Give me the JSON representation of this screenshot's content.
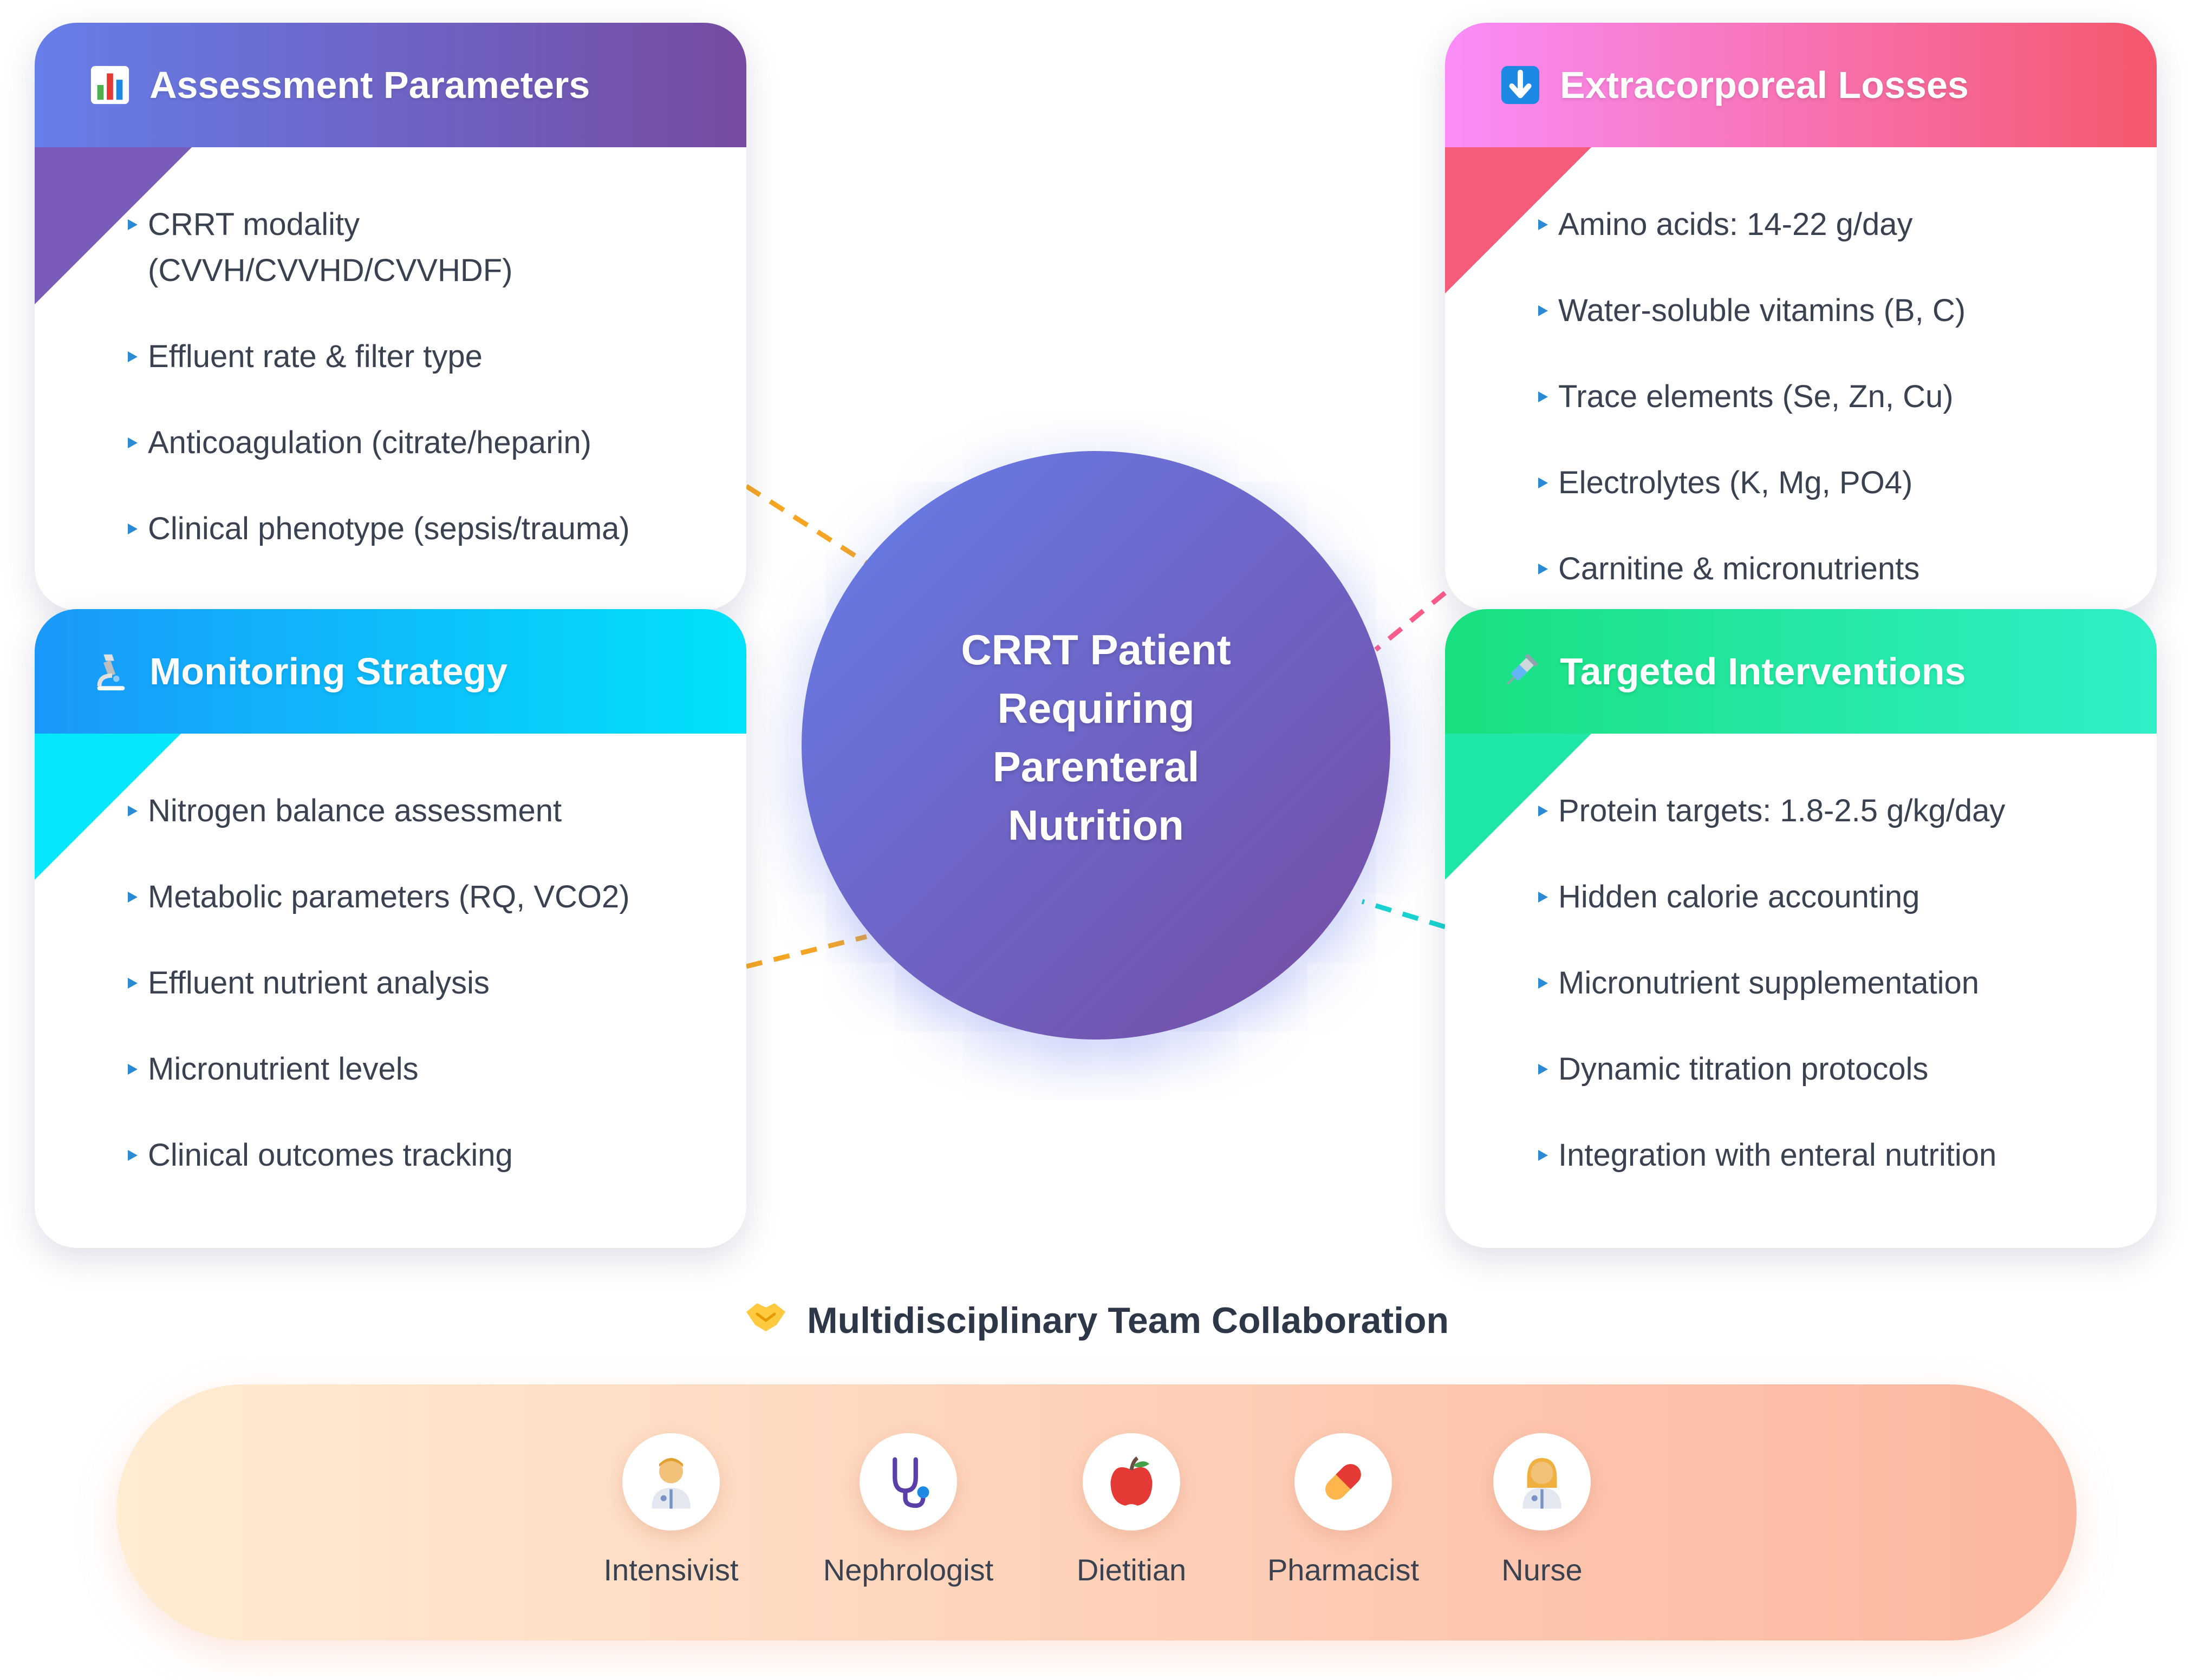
{
  "center": {
    "title": "CRRT Patient Requiring Parenteral Nutrition"
  },
  "cards": {
    "assessment": {
      "title": "Assessment Parameters",
      "icon": "bar-chart-icon",
      "accent": "#667eea",
      "items": [
        "CRRT modality (CVVH/CVVHD/CVVHDF)",
        "Effluent rate & filter type",
        "Anticoagulation (citrate/heparin)",
        "Clinical phenotype (sepsis/trauma)"
      ]
    },
    "losses": {
      "title": "Extracorporeal Losses",
      "icon": "down-arrow-icon",
      "accent": "#f5576c",
      "items": [
        "Amino acids: 14-22 g/day",
        "Water-soluble vitamins (B, C)",
        "Trace elements (Se, Zn, Cu)",
        "Electrolytes (K, Mg, PO4)",
        "Carnitine & micronutrients"
      ]
    },
    "monitoring": {
      "title": "Monitoring Strategy",
      "icon": "microscope-icon",
      "accent": "#00d4fb",
      "items": [
        "Nitrogen balance assessment",
        "Metabolic parameters (RQ, VCO2)",
        "Effluent nutrient analysis",
        "Micronutrient levels",
        "Clinical outcomes tracking"
      ]
    },
    "interventions": {
      "title": "Targeted Interventions",
      "icon": "syringe-icon",
      "accent": "#1de39a",
      "items": [
        "Protein targets: 1.8-2.5 g/kg/day",
        "Hidden calorie accounting",
        "Micronutrient supplementation",
        "Dynamic titration protocols",
        "Integration with enteral nutrition"
      ]
    }
  },
  "team": {
    "title": "Multidisciplinary Team Collaboration",
    "icon": "handshake-icon",
    "members": [
      {
        "label": "Intensivist",
        "icon": "doctor-icon"
      },
      {
        "label": "Nephrologist",
        "icon": "stethoscope-icon"
      },
      {
        "label": "Dietitian",
        "icon": "apple-icon"
      },
      {
        "label": "Pharmacist",
        "icon": "pill-icon"
      },
      {
        "label": "Nurse",
        "icon": "nurse-icon"
      }
    ]
  },
  "colors": {
    "connector_orange": "#f6a623",
    "connector_pink": "#ff5c8a",
    "connector_cyan": "#17d4d0"
  }
}
